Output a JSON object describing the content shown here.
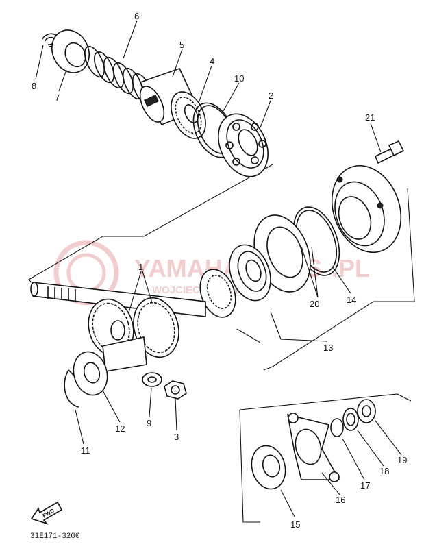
{
  "diagram": {
    "callouts": [
      "1",
      "2",
      "3",
      "4",
      "5",
      "6",
      "7",
      "8",
      "9",
      "10",
      "11",
      "12",
      "13",
      "14",
      "15",
      "16",
      "17",
      "18",
      "19",
      "20",
      "21"
    ],
    "drawing_code": "31E171-3200",
    "fwd_label": "FWD"
  },
  "watermark": {
    "brand": "YAMAHAPARTS",
    "tld": ".PL",
    "tagline": "WOJCIECH · YAMAHA",
    "color": "#e8a6a6"
  }
}
